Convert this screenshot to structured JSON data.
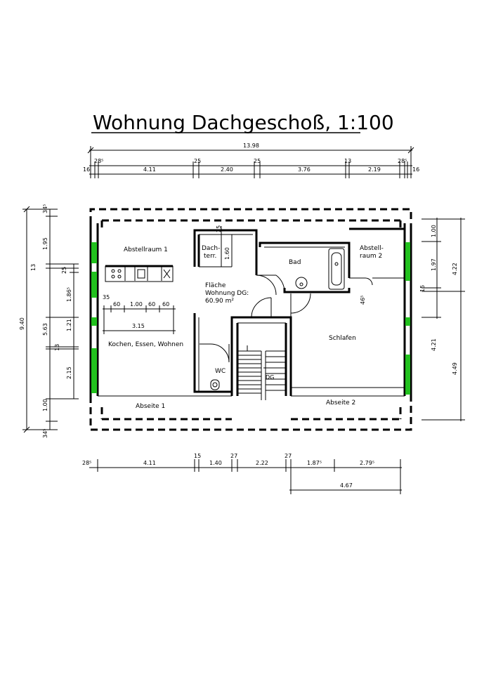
{
  "title": "Wohnung Dachgeschoß, 1:100",
  "colors": {
    "lines": "#000000",
    "windows": "#22c11e",
    "background": "#ffffff"
  },
  "rooms": {
    "abstellraum1": "Abstellraum 1",
    "dachterr_line1": "Dach-",
    "dachterr_line2": "terr.",
    "bad": "Bad",
    "abstellraum2_line1": "Abstell-",
    "abstellraum2_line2": "raum 2",
    "flaeche_line1": "Fläche",
    "flaeche_line2": "Wohnung DG:",
    "flaeche_line3": "60.90 m²",
    "kochen": "Kochen, Essen, Wohnen",
    "schlafen": "Schlafen",
    "wc": "WC",
    "abseite1": "Abseite 1",
    "abseite2": "Abseite 2"
  },
  "top_dims": {
    "overall": "13.98",
    "row2": [
      "28⁵",
      "25",
      "25",
      "13",
      "28⁵"
    ],
    "row3": [
      "16",
      "4.11",
      "2.40",
      "3.76",
      "2.19",
      "16"
    ]
  },
  "bottom_dims": {
    "row1": [
      "28⁵",
      "4.11",
      "15",
      "1.40",
      "27",
      "2.22",
      "27",
      "1.87⁵",
      "2.79⁵"
    ],
    "row2": [
      "4.67"
    ]
  },
  "left_dims": {
    "overall": "9.40",
    "mid": [
      "13",
      "5.63",
      "13"
    ],
    "inner": [
      "34⁵",
      "1.95",
      "25",
      "1.86⁵",
      "1.21",
      "2.15",
      "1.00",
      "34⁵"
    ]
  },
  "right_dims": {
    "outer": [
      "4.22",
      "4.21",
      "4.49"
    ],
    "inner": [
      "1.00",
      "1.97",
      "15"
    ]
  },
  "interior_dims": {
    "kitchen": [
      "35",
      "60",
      "1.00",
      "60",
      "60",
      "3.15"
    ],
    "dachterr": [
      "25",
      "1.60"
    ],
    "bad": [
      "46⁵"
    ]
  },
  "stair_label": "DG"
}
